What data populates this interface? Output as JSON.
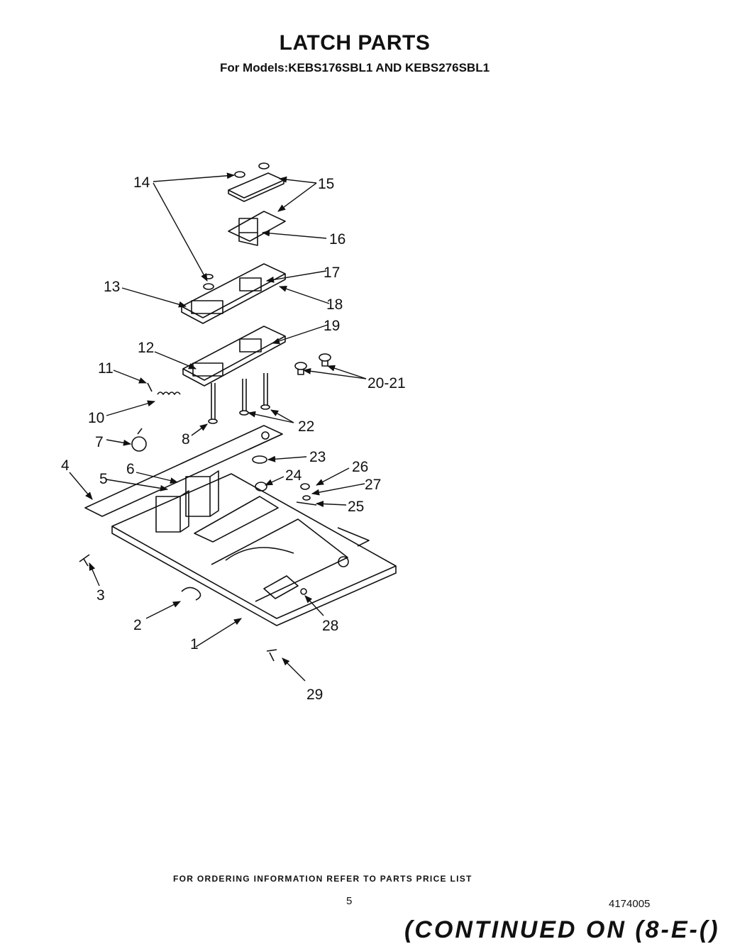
{
  "header": {
    "title": "LATCH PARTS",
    "subtitle": "For Models:KEBS176SBL1  AND  KEBS276SBL1"
  },
  "callouts": [
    "1",
    "2",
    "3",
    "4",
    "5",
    "6",
    "7",
    "8",
    "10",
    "11",
    "12",
    "13",
    "14",
    "15",
    "16",
    "17",
    "18",
    "19",
    "20-21",
    "22",
    "23",
    "24",
    "25",
    "26",
    "27",
    "28",
    "29"
  ],
  "footer": {
    "ordering_note": "FOR ORDERING INFORMATION REFER TO PARTS PRICE LIST",
    "page_number": "5",
    "document_number": "4174005",
    "continued_note": "(CONTINUED ON (8-E-()"
  }
}
